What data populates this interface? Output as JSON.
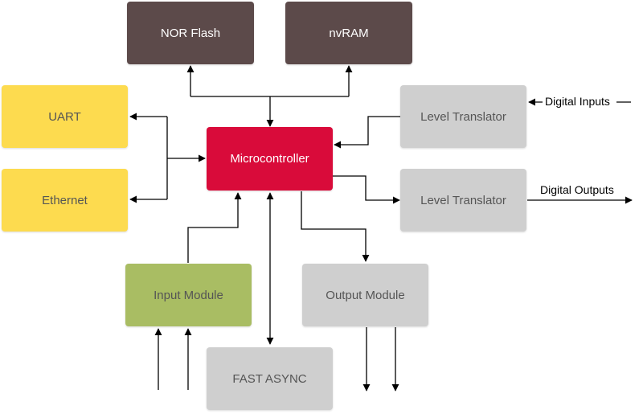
{
  "blocks": {
    "nor_flash": {
      "label": "NOR Flash",
      "color": "#5c4a4a",
      "text_color": "#ffffff"
    },
    "nvram": {
      "label": "nvRAM",
      "color": "#5c4a4a",
      "text_color": "#ffffff"
    },
    "uart": {
      "label": "UART",
      "color": "#fddb4f",
      "text_color": "#555555"
    },
    "ethernet": {
      "label": "Ethernet",
      "color": "#fddb4f",
      "text_color": "#555555"
    },
    "microcontroller": {
      "label": "Microcontroller",
      "color": "#d90b3a",
      "text_color": "#ffffff"
    },
    "level_translator_in": {
      "label": "Level Translator",
      "color": "#cfcfcf",
      "text_color": "#555555"
    },
    "level_translator_out": {
      "label": "Level Translator",
      "color": "#cfcfcf",
      "text_color": "#555555"
    },
    "input_module": {
      "label": "Input Module",
      "color": "#a9bd63",
      "text_color": "#555555"
    },
    "output_module": {
      "label": "Output Module",
      "color": "#cfcfcf",
      "text_color": "#555555"
    },
    "fast_async": {
      "label": "FAST ASYNC",
      "color": "#cfcfcf",
      "text_color": "#555555"
    }
  },
  "external": {
    "digital_inputs": "Digital Inputs",
    "digital_outputs": "Digital Outputs"
  }
}
